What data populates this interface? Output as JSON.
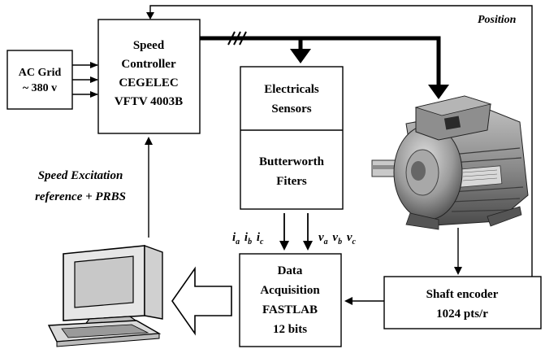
{
  "blocks": {
    "ac_grid": {
      "lines": [
        "AC Grid",
        "~ 380 v"
      ]
    },
    "speed_controller": {
      "lines": [
        "Speed",
        "Controller",
        "CEGELEC",
        "VFTV 4003B"
      ]
    },
    "sensors": {
      "lines": [
        "Electricals",
        "Sensors"
      ]
    },
    "filters": {
      "lines": [
        "Butterworth",
        "Fiters"
      ]
    },
    "data_acquisition": {
      "lines": [
        "Data",
        "Acquisition",
        "FASTLAB",
        "12 bits"
      ]
    },
    "shaft_encoder": {
      "lines": [
        "Shaft encoder",
        "1024 pts/r"
      ]
    }
  },
  "labels": {
    "position": "Position",
    "excitation_line1": "Speed Excitation",
    "excitation_line2": "reference + PRBS",
    "currents": {
      "i": "i",
      "a": "a",
      "b": "b",
      "c": "c"
    },
    "voltages": {
      "v": "v",
      "a": "a",
      "b": "b",
      "c": "c"
    }
  },
  "images": {
    "motor": "induction-motor-photo",
    "computer": "desktop-computer-icon"
  }
}
